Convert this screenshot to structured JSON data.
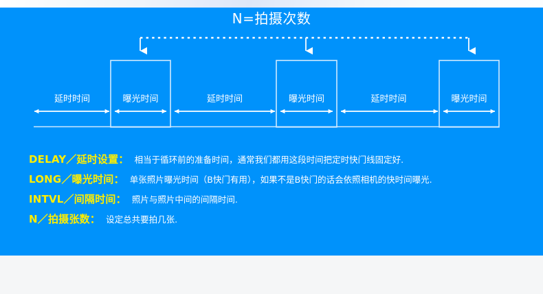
{
  "panel": {
    "background_color": "#0092fb",
    "page_background_color": "#f5f6f7",
    "accent_yellow": "#ffee00",
    "text_white": "#ffffff"
  },
  "diagram": {
    "title": "N=拍摄次数",
    "bracket_arrow_count": 3,
    "segments": [
      {
        "kind": "delay",
        "label": "延时时间"
      },
      {
        "kind": "exposure",
        "label": "曝光时间"
      },
      {
        "kind": "delay",
        "label": "延时时间"
      },
      {
        "kind": "exposure",
        "label": "曝光时间"
      },
      {
        "kind": "delay",
        "label": "延时时间"
      },
      {
        "kind": "exposure",
        "label": "曝光时间"
      }
    ]
  },
  "legend": {
    "rows": [
      {
        "key": "DELAY／延时设置：",
        "desc": "相当于循环前的准备时间，通常我们都用这段时间把定时快门线固定好."
      },
      {
        "key": "LONG／曝光时间：",
        "desc": "单张照片曝光时间（B快门有用），如果不是B快门的话会依照相机的快时间曝光."
      },
      {
        "key": "INTVL／间隔时间：",
        "desc": "照片与照片中间的间隔时间."
      },
      {
        "key": "N／拍摄张数：",
        "desc": "设定总共要拍几张."
      }
    ]
  }
}
